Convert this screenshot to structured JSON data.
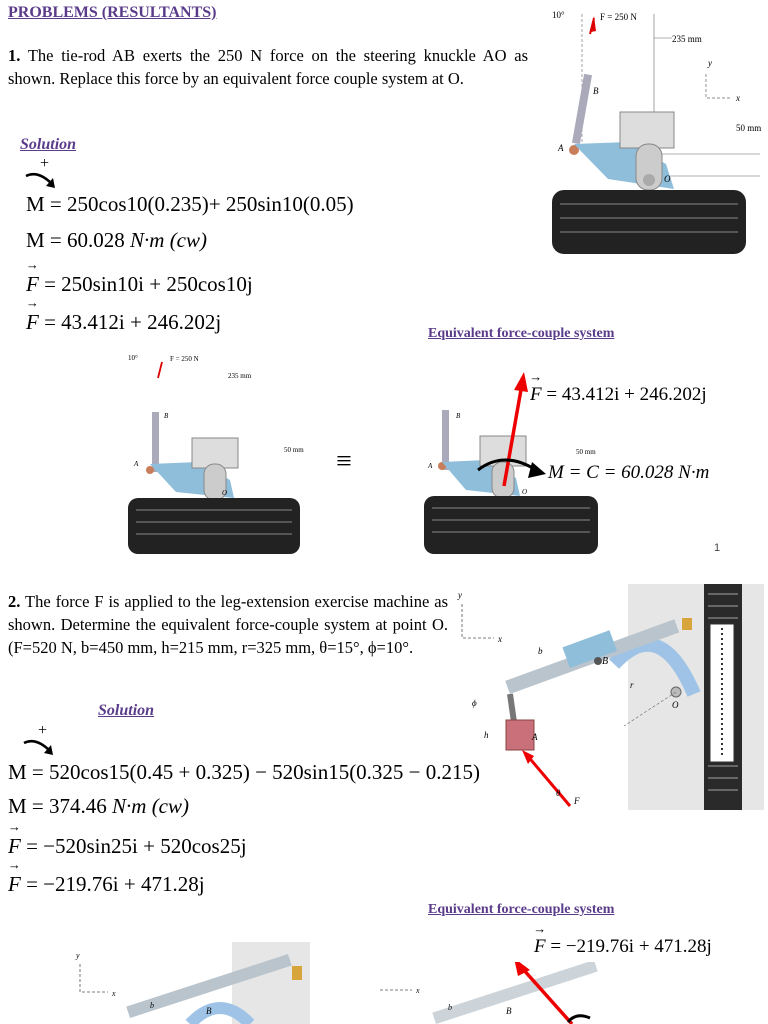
{
  "header": {
    "title": "PROBLEMS (RESULTANTS)"
  },
  "problem1": {
    "number": "1.",
    "text": "The tie-rod AB exerts the 250 N force on the steering knuckle AO as shown. Replace this force by an equivalent force couple system at O.",
    "solution_label": "Solution",
    "plus": "+",
    "eq1": "M = 250cos10(0.235)+ 250sin10(0.05)",
    "eq2_value": "M = 60.028",
    "eq2_unit": "N·m (cw)",
    "eq3_rhs": "= 250sin10i + 250cos10j",
    "eq4_rhs": "= 43.412i + 246.202j",
    "equiv_label": "Equivalent force-couple system",
    "equiv_sign": "≡",
    "result_force_rhs": "= 43.412i + 246.202j",
    "result_moment": "M = C = 60.028 N·m",
    "figure": {
      "angle": "10°",
      "force": "F = 250 N",
      "dim1": "235 mm",
      "dim2": "50 mm",
      "point_a": "A",
      "point_b": "B",
      "point_o": "O",
      "axis_y": "y",
      "axis_x": "x"
    },
    "page_number": "1"
  },
  "problem2": {
    "number": "2.",
    "text": "The force F is applied to the leg-extension exercise machine as shown. Determine the equivalent force-couple system at point O. (F=520 N, b=450 mm, h=215 mm, r=325 mm, θ=15°, ϕ=10°.",
    "solution_label": "Solution",
    "plus": "+",
    "eq1": "M = 520cos15(0.45 + 0.325) − 520sin15(0.325 − 0.215)",
    "eq2_value": "M = 374.46",
    "eq2_unit": "N·m (cw)",
    "eq3_rhs": "= −520sin25i + 520cos25j",
    "eq4_rhs": "= −219.76i + 471.28j",
    "equiv_label": "Equivalent force-couple system",
    "result_force_rhs": "= −219.76i + 471.28j",
    "figure": {
      "b": "b",
      "r": "r",
      "h": "h",
      "phi": "ϕ",
      "theta": "θ",
      "point_a": "A",
      "point_b": "B",
      "point_o": "O",
      "force": "F",
      "axis_y": "y",
      "axis_x": "x"
    }
  }
}
